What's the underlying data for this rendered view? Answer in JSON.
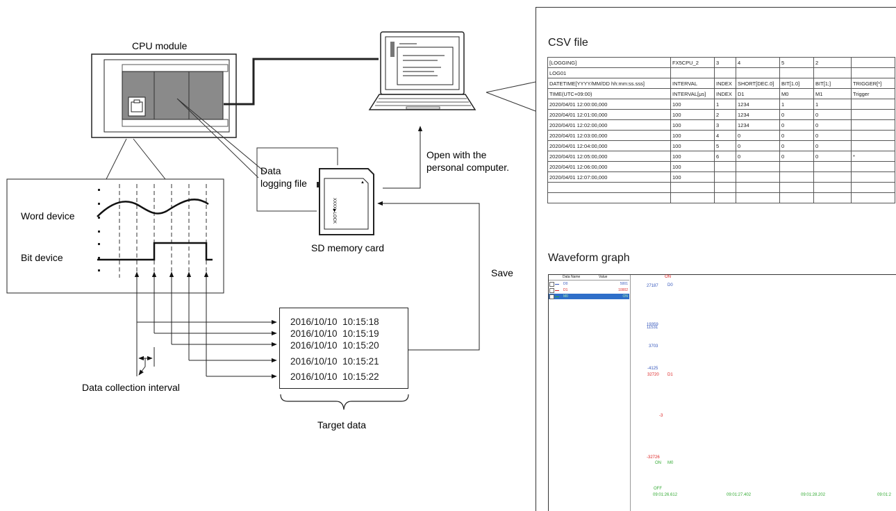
{
  "diagram": {
    "cpu_label": "CPU module",
    "word_device": "Word device",
    "bit_device": "Bit device",
    "data_logging_file": [
      "Data",
      "logging file"
    ],
    "sd_card": "SD memory card",
    "sd_card_text": "XXXX▶LOCK",
    "open_with": [
      "Open with the",
      "personal computer."
    ],
    "save": "Save",
    "collection_interval": "Data collection interval",
    "target_data": "Target data",
    "timestamps": [
      "2016/10/10  10:15:18",
      "2016/10/10  10:15:19",
      "2016/10/10  10:15:20",
      "2016/10/10  10:15:21",
      "2016/10/10  10:15:22"
    ]
  },
  "csv": {
    "title": "CSV file",
    "rows": [
      [
        "[LOGGING]",
        "FX5CPU_2",
        "3",
        "4",
        "5",
        "2",
        ""
      ],
      [
        "LOG01",
        "",
        "",
        "",
        "",
        "",
        ""
      ],
      [
        "DATETIME[YYYY/MM/DD hh:mm:ss.sss]",
        "INTERVAL",
        "INDEX",
        "SHORT[DEC.0]",
        "BIT[1.0]",
        "BIT[1;]",
        "TRIGGER[*]"
      ],
      [
        "TIME(UTC+09:00)",
        "INTERVAL[μs]",
        "INDEX",
        "D1",
        "M0",
        "M1",
        "Trigger"
      ],
      [
        "2020/04/01 12:00:00,000",
        "100",
        "1",
        "1234",
        "1",
        "1",
        ""
      ],
      [
        "2020/04/01 12:01:00,000",
        "100",
        "2",
        "1234",
        "0",
        "0",
        ""
      ],
      [
        "2020/04/01 12:02:00,000",
        "100",
        "3",
        "1234",
        "0",
        "0",
        ""
      ],
      [
        "2020/04/01 12:03:00,000",
        "100",
        "4",
        "0",
        "0",
        "0",
        ""
      ],
      [
        "2020/04/01 12:04:00,000",
        "100",
        "5",
        "0",
        "0",
        "0",
        ""
      ],
      [
        "2020/04/01 12:05:00,000",
        "100",
        "6",
        "0",
        "0",
        "0",
        "*"
      ],
      [
        "2020/04/01 12:06:00,000",
        "100",
        "",
        "",
        "",
        "",
        ""
      ],
      [
        "2020/04/01 12:07:00,000",
        "100",
        "",
        "",
        "",
        "",
        ""
      ],
      [
        "",
        "",
        "",
        "",
        "",
        "",
        ""
      ],
      [
        "",
        "",
        "",
        "",
        "",
        "",
        ""
      ]
    ]
  },
  "waveform": {
    "title": "Waveform graph",
    "list_header": {
      "name": "Data Name",
      "value": "Value"
    },
    "devices": [
      {
        "name": "D0",
        "value": "5001",
        "color": "#3355bb"
      },
      {
        "name": "D1",
        "value": "10002",
        "color": "#dd2222"
      },
      {
        "name": "M0",
        "value": "ON",
        "color": "#33aa33"
      }
    ],
    "trigger_label": "ON",
    "d0_ticks": [
      "27187",
      "19359",
      "11531",
      "3703",
      "-4125"
    ],
    "d1_ticks": [
      "32720",
      "-3",
      "-32726"
    ],
    "m0_ticks": [
      "ON",
      "OFF"
    ],
    "x_labels": [
      "09:01:26.612",
      "09:01:27.402",
      "09:01:28.202",
      "09:01:2"
    ]
  }
}
